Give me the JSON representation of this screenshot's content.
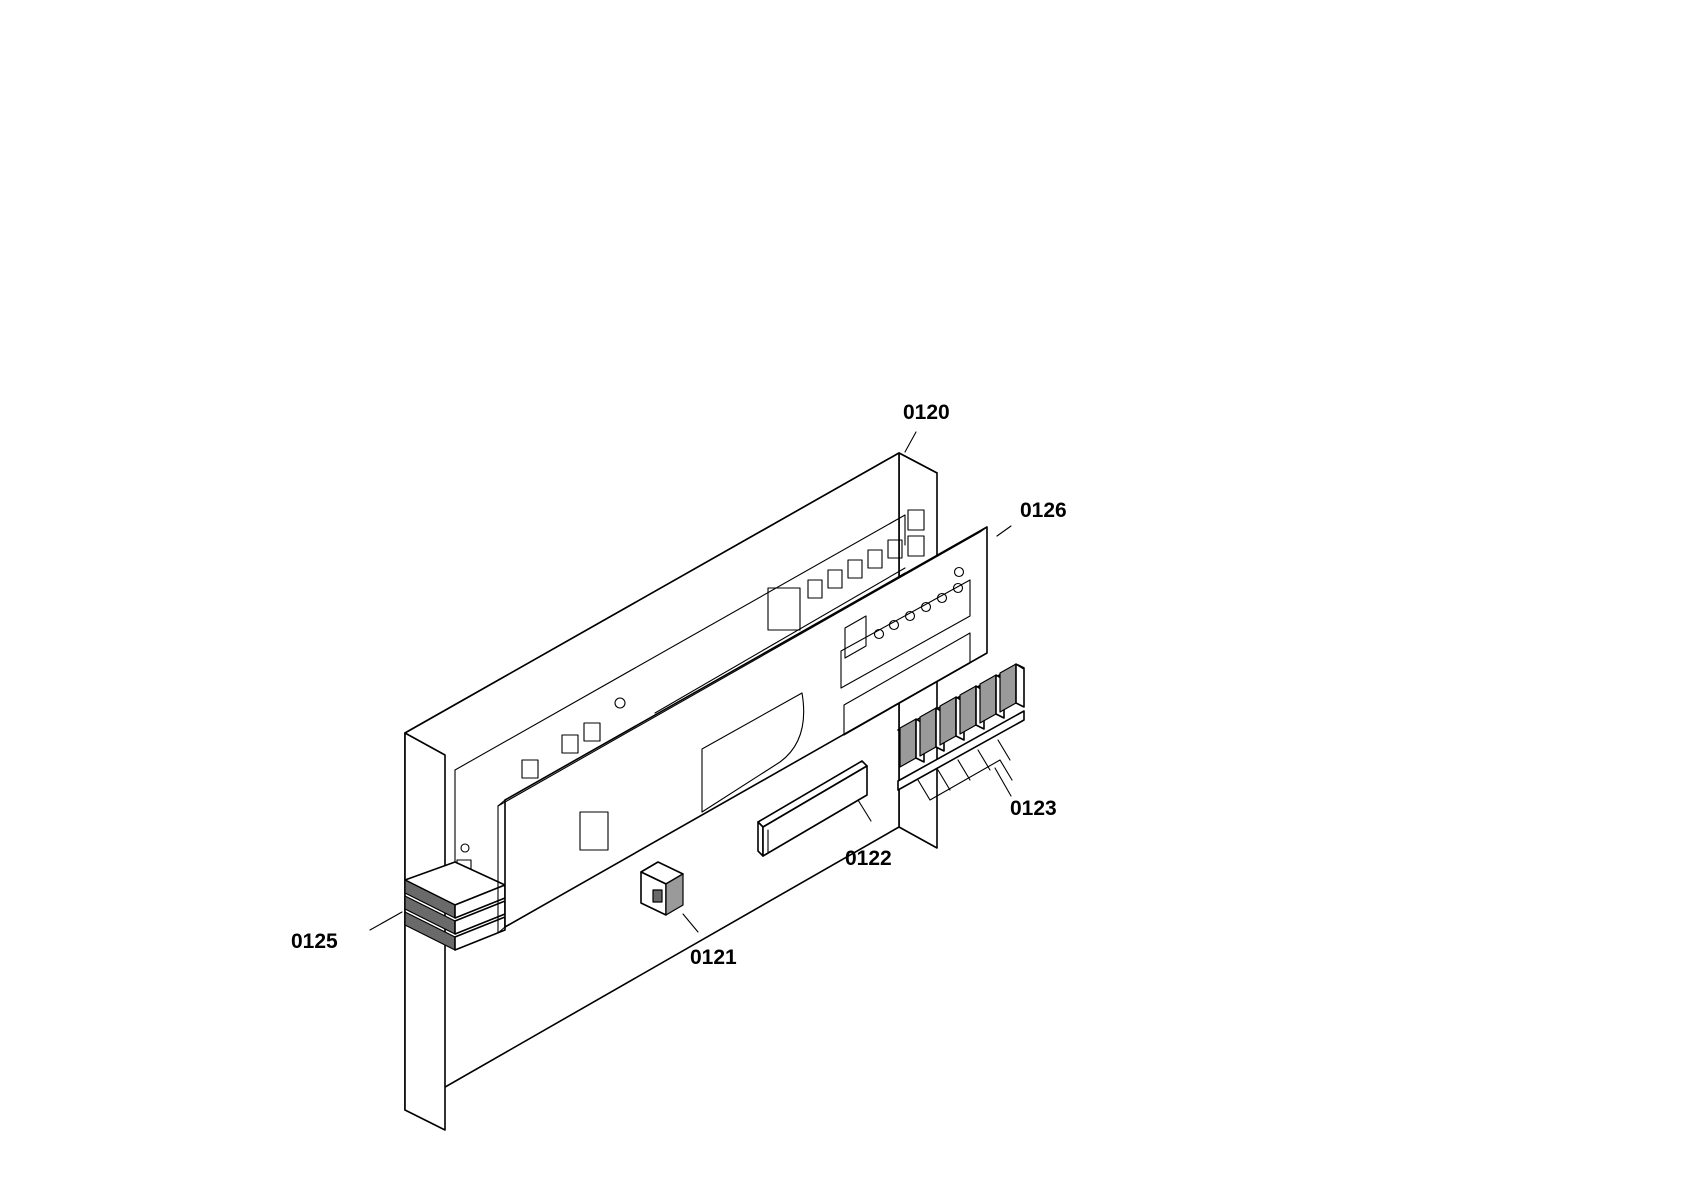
{
  "diagram": {
    "parts": [
      {
        "id": "p0120",
        "label": "0120"
      },
      {
        "id": "p0126",
        "label": "0126"
      },
      {
        "id": "p0123",
        "label": "0123"
      },
      {
        "id": "p0122",
        "label": "0122"
      },
      {
        "id": "p0121",
        "label": "0121"
      },
      {
        "id": "p0125",
        "label": "0125"
      }
    ]
  }
}
